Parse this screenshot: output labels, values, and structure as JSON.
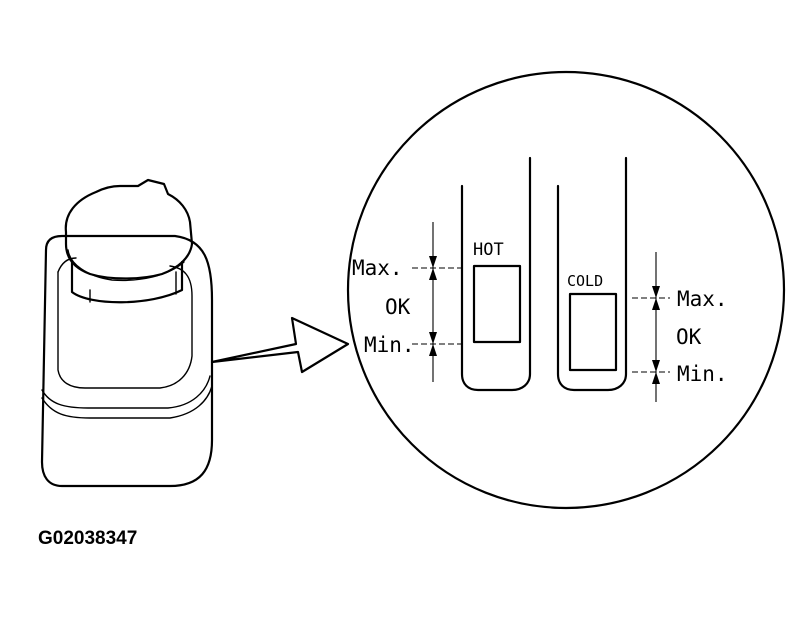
{
  "figure_code": "G02038347",
  "hot_tube": {
    "label": "HOT",
    "max_label": "Max.",
    "ok_label": "OK",
    "min_label": "Min."
  },
  "cold_tube": {
    "label": "COLD",
    "max_label": "Max.",
    "ok_label": "OK",
    "min_label": "Min."
  }
}
